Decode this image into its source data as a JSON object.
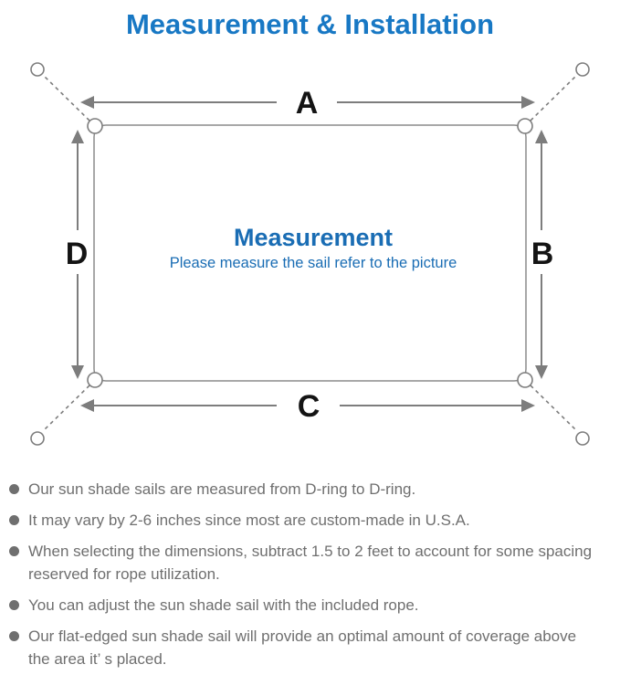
{
  "title": "Measurement & Installation",
  "diagram": {
    "labels": {
      "top": "A",
      "right": "B",
      "bottom": "C",
      "left": "D"
    },
    "center_heading": "Measurement",
    "center_subtitle": "Please measure the sail refer to the picture"
  },
  "notes": [
    "Our sun shade sails are measured from D-ring to D-ring.",
    "It may vary by 2-6 inches since most are custom-made in U.S.A.",
    "When selecting the dimensions, subtract 1.5 to 2 feet to account for some spacing reserved for rope utilization.",
    "You can adjust the sun shade sail with the included rope.",
    "Our flat-edged sun shade sail will provide an optimal amount of coverage above the area it’ s placed."
  ],
  "colors": {
    "title_blue": "#1878c4",
    "center_blue": "#1a6db4",
    "line_gray": "#7d7d7d",
    "border_gray": "#8c8c8c",
    "label_black": "#141414",
    "text_gray": "#6f6f6f"
  }
}
